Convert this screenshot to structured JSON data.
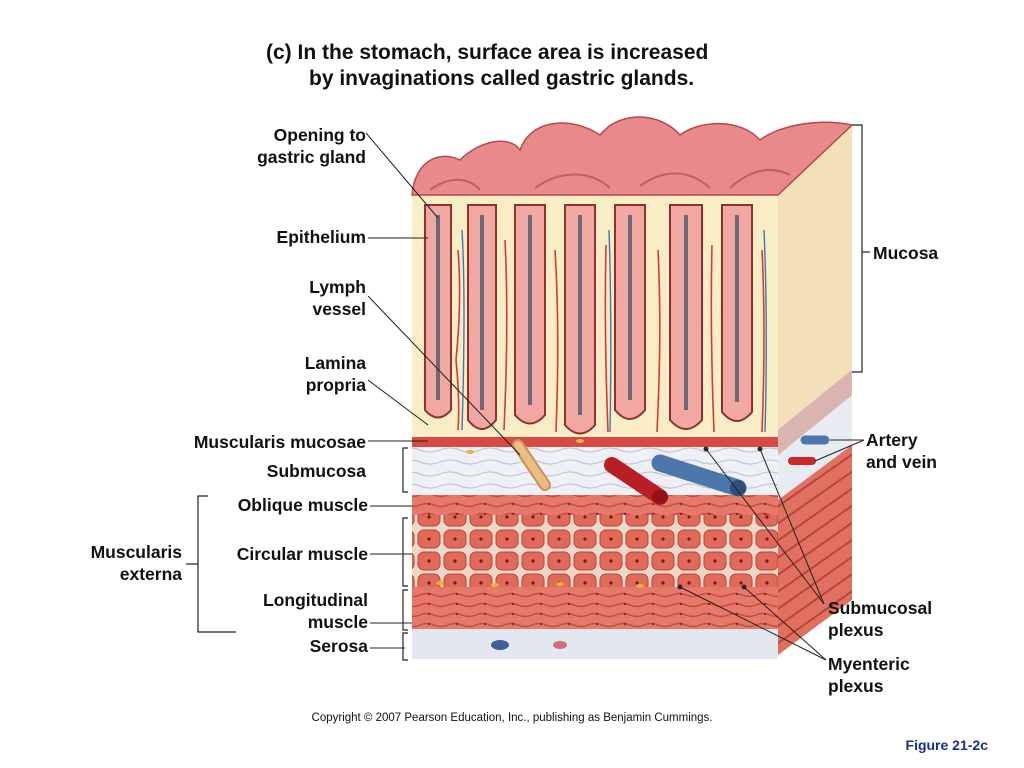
{
  "title": {
    "line1": "(c) In the stomach, surface area is increased",
    "line2": "by invaginations called gastric glands."
  },
  "labels": {
    "opening_line1": "Opening to",
    "opening_line2": "gastric gland",
    "epithelium": "Epithelium",
    "lymph_line1": "Lymph",
    "lymph_line2": "vessel",
    "lamina_line1": "Lamina",
    "lamina_line2": "propria",
    "muscularis_mucosae": "Muscularis mucosae",
    "submucosa": "Submucosa",
    "oblique_muscle": "Oblique muscle",
    "circular_muscle": "Circular muscle",
    "longitudinal_line1": "Longitudinal",
    "longitudinal_line2": "muscle",
    "serosa": "Serosa",
    "muscularis_externa_line1": "Muscularis",
    "muscularis_externa_line2": "externa",
    "mucosa": "Mucosa",
    "artery_line1": "Artery",
    "artery_line2": "and vein",
    "submucosal_line1": "Submucosal",
    "submucosal_line2": "plexus",
    "myenteric_line1": "Myenteric",
    "myenteric_line2": "plexus"
  },
  "copyright": "Copyright © 2007 Pearson Education, Inc., publishing as Benjamin Cummings.",
  "figure_label": "Figure 21-2c",
  "colors": {
    "mucosa_pink": "#e98a8a",
    "lamina_cream": "#f8edc4",
    "muscle_red": "#e06a5c",
    "artery_red": "#d9282a",
    "vein_blue": "#5b84b8",
    "figure_blue": "#1a2f8a"
  }
}
